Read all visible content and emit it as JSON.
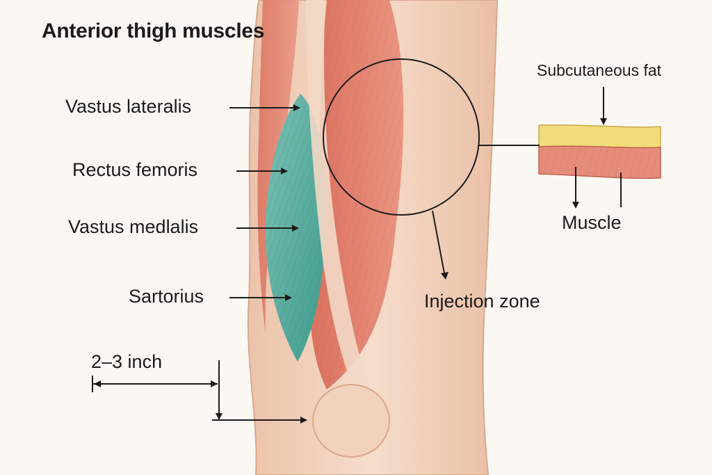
{
  "title": "Anterior thigh muscles",
  "muscle_labels": {
    "vastus_lateralis": "Vastus lateralis",
    "rectus_femoris": "Rectus femoris",
    "vastus_medialis": "Vastus medlalis",
    "sartorius": "Sartorius"
  },
  "inset": {
    "top_label": "Subcutaneous fat",
    "bottom_label": "Muscle"
  },
  "zone_label": "Injection zone",
  "measurement_label": "2–3 inch",
  "colors": {
    "background": "#fbf8f3",
    "skin": "#f1d4c0",
    "muscle_red": "#e07a66",
    "muscle_teal": "#4fa89b",
    "fat_yellow": "#f2dc7a",
    "line": "#1b1b1b"
  }
}
